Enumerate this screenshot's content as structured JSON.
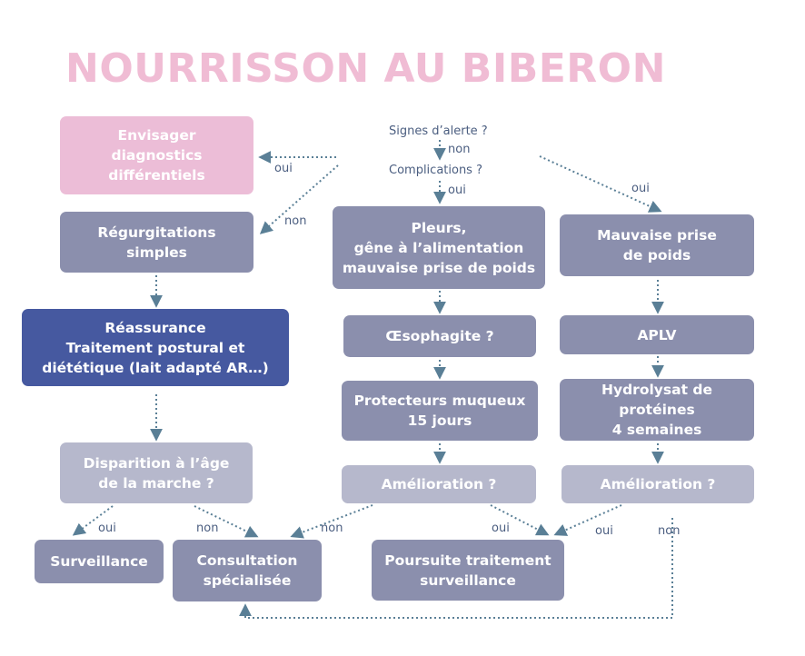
{
  "title": "NOURRISSON AU BIBERON",
  "nodes": {
    "envisager": "Envisager\ndiagnostics\ndifférentiels",
    "regurgitations": "Régurgitations\nsimples",
    "reassurance": "Réassurance\nTraitement postural et\ndiététique (lait adapté AR…)",
    "disparition": "Disparition à l’âge\nde la marche ?",
    "surveillance": "Surveillance",
    "consultation": "Consultation\nspécialisée",
    "pleurs": "Pleurs,\ngêne à l’alimentation\nmauvaise prise de poids",
    "oesophagite": "Œsophagite ?",
    "protecteurs": "Protecteurs muqueux\n15 jours",
    "amelioration_1": "Amélioration ?",
    "poursuite": "Poursuite traitement\nsurveillance",
    "mauvaise_prise": "Mauvaise prise\nde poids",
    "aplv": "APLV",
    "hydrolysat": "Hydrolysat de protéines\n4 semaines",
    "amelioration_2": "Amélioration ?"
  },
  "questions": {
    "signes_alerte": "Signes d’alerte ?",
    "complications": "Complications ?"
  },
  "labels": {
    "l1": "non",
    "l2": "oui",
    "l3": "oui",
    "l4": "non",
    "l5": "oui",
    "l6": "oui",
    "l7": "non",
    "l8": "non",
    "l9": "oui",
    "l10": "oui",
    "l11": "non"
  },
  "colors": {
    "title_pink": "#f0bcd4",
    "box_pink": "#ecbdd7",
    "box_slate": "#8b8fad",
    "box_pale": "#b6b8cc",
    "box_blue": "#4659a0",
    "connector": "#5a7f96"
  }
}
